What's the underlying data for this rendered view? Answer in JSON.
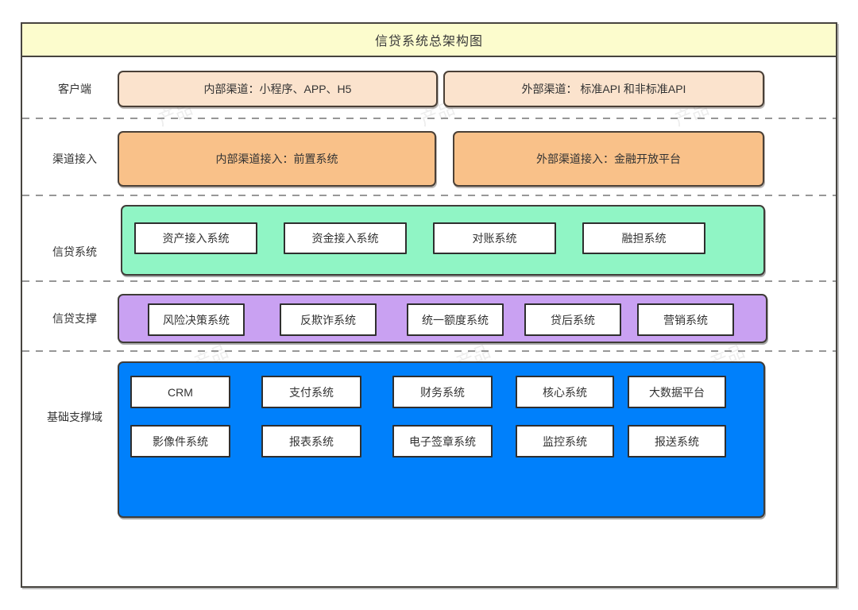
{
  "title": "信贷系统总架构图",
  "watermark": "产品",
  "colors": {
    "title_bg": "#fcfccd",
    "client_box": "#fbe3cd",
    "channel_box": "#f9c189",
    "credit_container": "#90f5c5",
    "support_container": "#c9a1f2",
    "base_container": "#0080fb",
    "box_border": "#4a4037",
    "frame_border": "#47443f",
    "dashed_line": "#979797"
  },
  "rows": {
    "client": {
      "label": "客户端",
      "boxes": {
        "internal": "内部渠道：小程序、APP、H5",
        "external": "外部渠道： 标准API 和非标准API"
      }
    },
    "channel": {
      "label": "渠道接入",
      "boxes": {
        "internal": "内部渠道接入：前置系统",
        "external": "外部渠道接入：金融开放平台"
      }
    },
    "credit": {
      "label": "信贷系统",
      "items": [
        "资产接入系统",
        "资金接入系统",
        "对账系统",
        "融担系统"
      ]
    },
    "support": {
      "label": "信贷支撑",
      "items": [
        "风险决策系统",
        "反欺诈系统",
        "统一额度系统",
        "贷后系统",
        "营销系统"
      ]
    },
    "base": {
      "label": "基础支撑域",
      "row1": [
        "CRM",
        "支付系统",
        "财务系统",
        "核心系统",
        "大数据平台"
      ],
      "row2": [
        "影像件系统",
        "报表系统",
        "电子签章系统",
        "监控系统",
        "报送系统"
      ]
    }
  }
}
